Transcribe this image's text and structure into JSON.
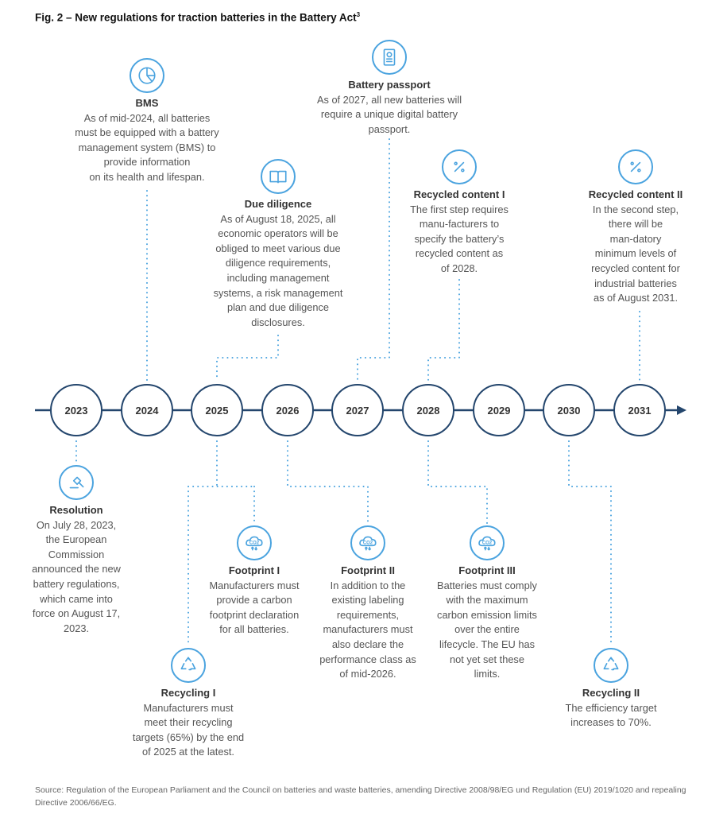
{
  "title": "Fig. 2 – New regulations for traction batteries in the Battery Act",
  "title_sup": "3",
  "colors": {
    "timeline": "#24466d",
    "accent": "#4aa3df",
    "text": "#555555"
  },
  "years": [
    "2023",
    "2024",
    "2025",
    "2026",
    "2027",
    "2028",
    "2029",
    "2030",
    "2031"
  ],
  "events": [
    {
      "icon": "pie-chart-icon",
      "title": "BMS",
      "lines": [
        "As of mid-2024, all batteries",
        "must be equipped with a battery",
        "management system (BMS) to",
        "provide information",
        "on its health and lifespan."
      ]
    },
    {
      "icon": "document-icon",
      "title": "Battery passport",
      "lines": [
        "As of 2027, all new batteries will",
        "require a unique digital battery",
        "passport."
      ]
    },
    {
      "icon": "book-icon",
      "title": "Due diligence",
      "lines": [
        "As of August 18, 2025,  all",
        "economic operators will be",
        "obliged to meet various due",
        "diligence requirements,",
        "including management",
        "systems, a risk management",
        "plan and due diligence",
        "disclosures."
      ]
    },
    {
      "icon": "percent-icon",
      "title": "Recycled content I",
      "lines": [
        "The first step requires",
        "manu-facturers to",
        "specify the battery’s",
        "recycled content as",
        "of 2028."
      ]
    },
    {
      "icon": "percent-icon",
      "title": "Recycled content II",
      "lines": [
        "In the second step,",
        "there will be",
        "man-datory",
        "minimum levels of",
        "recycled content for",
        "industrial batteries",
        "as of August 2031."
      ]
    },
    {
      "icon": "gavel-icon",
      "title": "Resolution",
      "lines": [
        "On July 28, 2023,",
        "the European",
        "Commission",
        "announced the new",
        "battery regulations,",
        "which came into",
        "force on August 17,",
        "2023."
      ]
    },
    {
      "icon": "co2-cloud-icon",
      "title": "Footprint I",
      "lines": [
        "Manufacturers must",
        "provide a carbon",
        "footprint declaration",
        "for all batteries."
      ]
    },
    {
      "icon": "co2-cloud-icon",
      "title": "Footprint II",
      "lines": [
        "In addition to the",
        "existing labeling",
        "requirements,",
        "manufacturers must",
        "also declare the",
        "performance class as",
        "of mid-2026."
      ]
    },
    {
      "icon": "co2-cloud-icon",
      "title": "Footprint III",
      "lines": [
        "Batteries must comply",
        "with the maximum",
        "carbon emission limits",
        "over the entire",
        "lifecycle. The EU has",
        "not yet set these",
        "limits."
      ]
    },
    {
      "icon": "recycle-icon",
      "title": "Recycling I",
      "lines": [
        "Manufacturers must",
        "meet their recycling",
        "targets (65%) by the end",
        "of 2025 at the latest."
      ]
    },
    {
      "icon": "recycle-icon",
      "title": "Recycling II",
      "lines": [
        "The efficiency target",
        "increases to 70%."
      ]
    }
  ],
  "source": "Source: Regulation of the European Parliament and the Council on batteries and waste batteries, amending Directive 2008/98/EG und Regulation (EU) 2019/1020 and repealing Directive 2006/66/EG."
}
